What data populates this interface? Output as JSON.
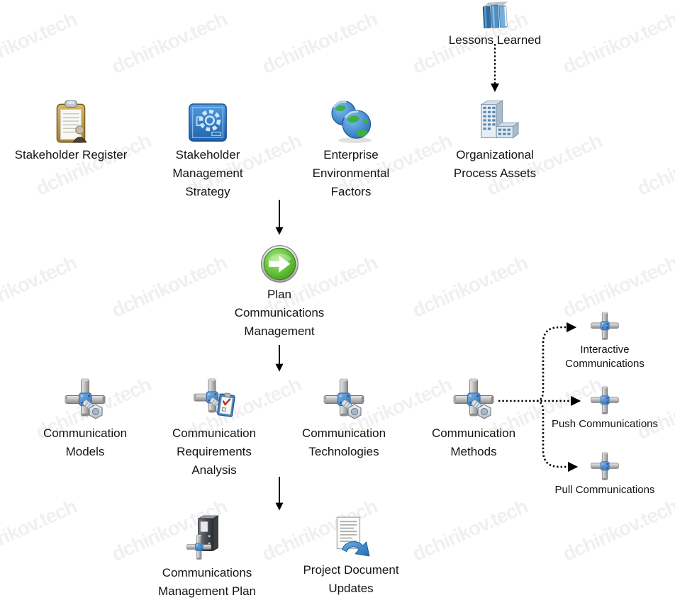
{
  "watermark": {
    "text": "dchirikov.tech",
    "color": "#f0f0f0"
  },
  "diagram": {
    "process_title": "Plan Communications Management",
    "colors": {
      "arrow": "#000000",
      "tool_blue": "#4a8fd4",
      "go_green": "#55b32c",
      "blueprint_blue": "#2f7fd0"
    },
    "nodes": {
      "lessons_learned": {
        "label": "Lessons Learned",
        "icon": "books-icon"
      },
      "stakeholder_register": {
        "label": "Stakeholder Register",
        "icon": "clipboard-person-icon"
      },
      "stakeholder_management_strategy": {
        "label": "Stakeholder\nManagement\nStrategy",
        "icon": "blueprint-icon"
      },
      "enterprise_environmental_factors": {
        "label": "Enterprise\nEnvironmental\nFactors",
        "icon": "globes-icon"
      },
      "organizational_process_assets": {
        "label": "Organizational\nProcess Assets",
        "icon": "building-icon"
      },
      "plan_communications_management": {
        "label": "Plan\nCommunications\nManagement",
        "icon": "green-go-icon"
      },
      "communication_models": {
        "label": "Communication\nModels",
        "icon": "tools-icon"
      },
      "communication_requirements_analysis": {
        "label": "Communication\nRequirements\nAnalysis",
        "icon": "tools-checklist-icon"
      },
      "communication_technologies": {
        "label": "Communication\nTechnologies",
        "icon": "tools-icon"
      },
      "communication_methods": {
        "label": "Communication\nMethods",
        "icon": "tools-icon"
      },
      "interactive_communications": {
        "label": "Interactive\nCommunications",
        "icon": "tool-cross-icon"
      },
      "push_communications": {
        "label": "Push Communications",
        "icon": "tool-cross-icon"
      },
      "pull_communications": {
        "label": "Pull Communications",
        "icon": "tool-cross-icon"
      },
      "communications_management_plan": {
        "label": "Communications\nManagement Plan",
        "icon": "binder-tool-icon"
      },
      "project_document_updates": {
        "label": "Project Document\nUpdates",
        "icon": "document-update-icon"
      }
    }
  }
}
